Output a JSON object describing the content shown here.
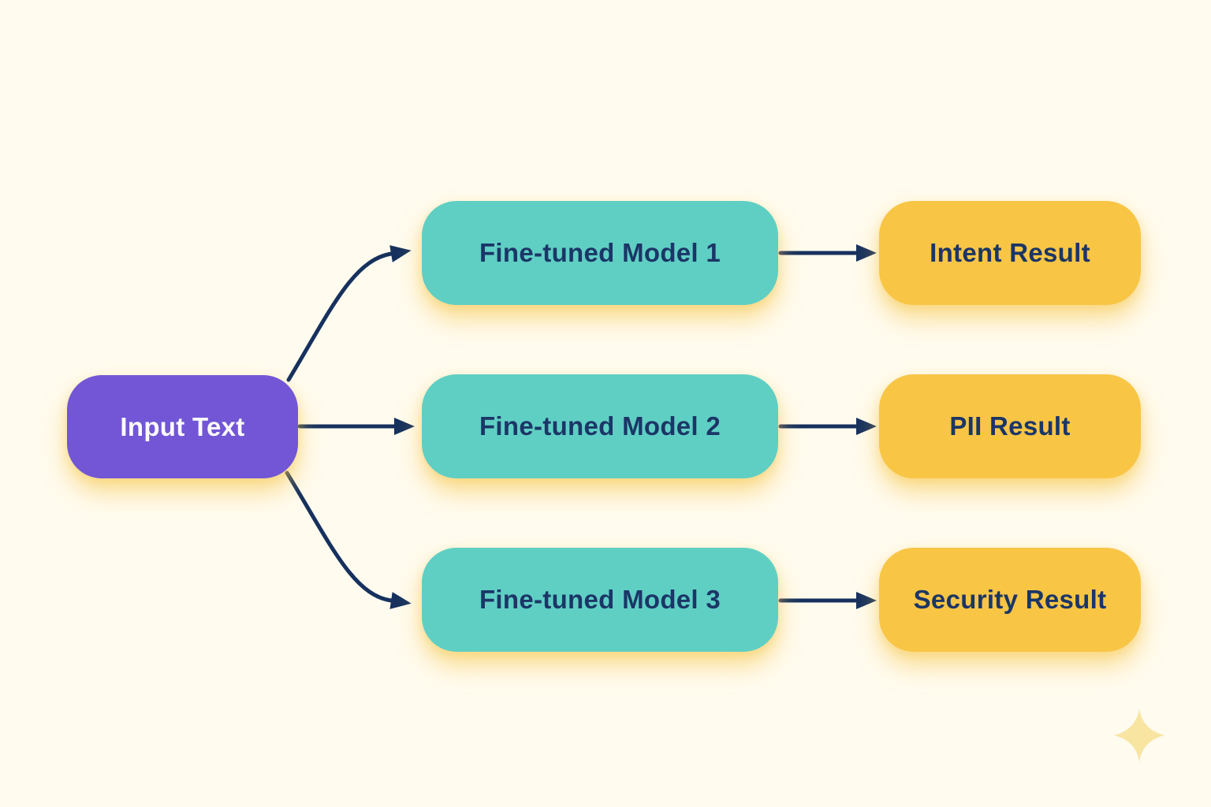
{
  "diagram": {
    "title": "Fine-tuned model fan-out diagram",
    "background_color": "#fffbee",
    "arrow_color": "#16315e",
    "input_node": {
      "label": "Input Text",
      "color": "#7256d6",
      "text_color": "#fcfbfd"
    },
    "model_nodes": [
      {
        "label": "Fine-tuned Model 1"
      },
      {
        "label": "Fine-tuned Model 2"
      },
      {
        "label": "Fine-tuned Model 3"
      }
    ],
    "result_nodes": [
      {
        "label": "Intent Result"
      },
      {
        "label": "PII Result"
      },
      {
        "label": "Security Result"
      }
    ],
    "model_node_color": "#5fcfc4",
    "result_node_color": "#f8c545",
    "node_text_color": "#1b3666",
    "glow_color": "#f6c64a",
    "sparkle_color": "#f8e5a2",
    "edges": [
      {
        "from": "input",
        "to": "model-1"
      },
      {
        "from": "input",
        "to": "model-2"
      },
      {
        "from": "input",
        "to": "model-3"
      },
      {
        "from": "model-1",
        "to": "result-1"
      },
      {
        "from": "model-2",
        "to": "result-2"
      },
      {
        "from": "model-3",
        "to": "result-3"
      }
    ]
  }
}
